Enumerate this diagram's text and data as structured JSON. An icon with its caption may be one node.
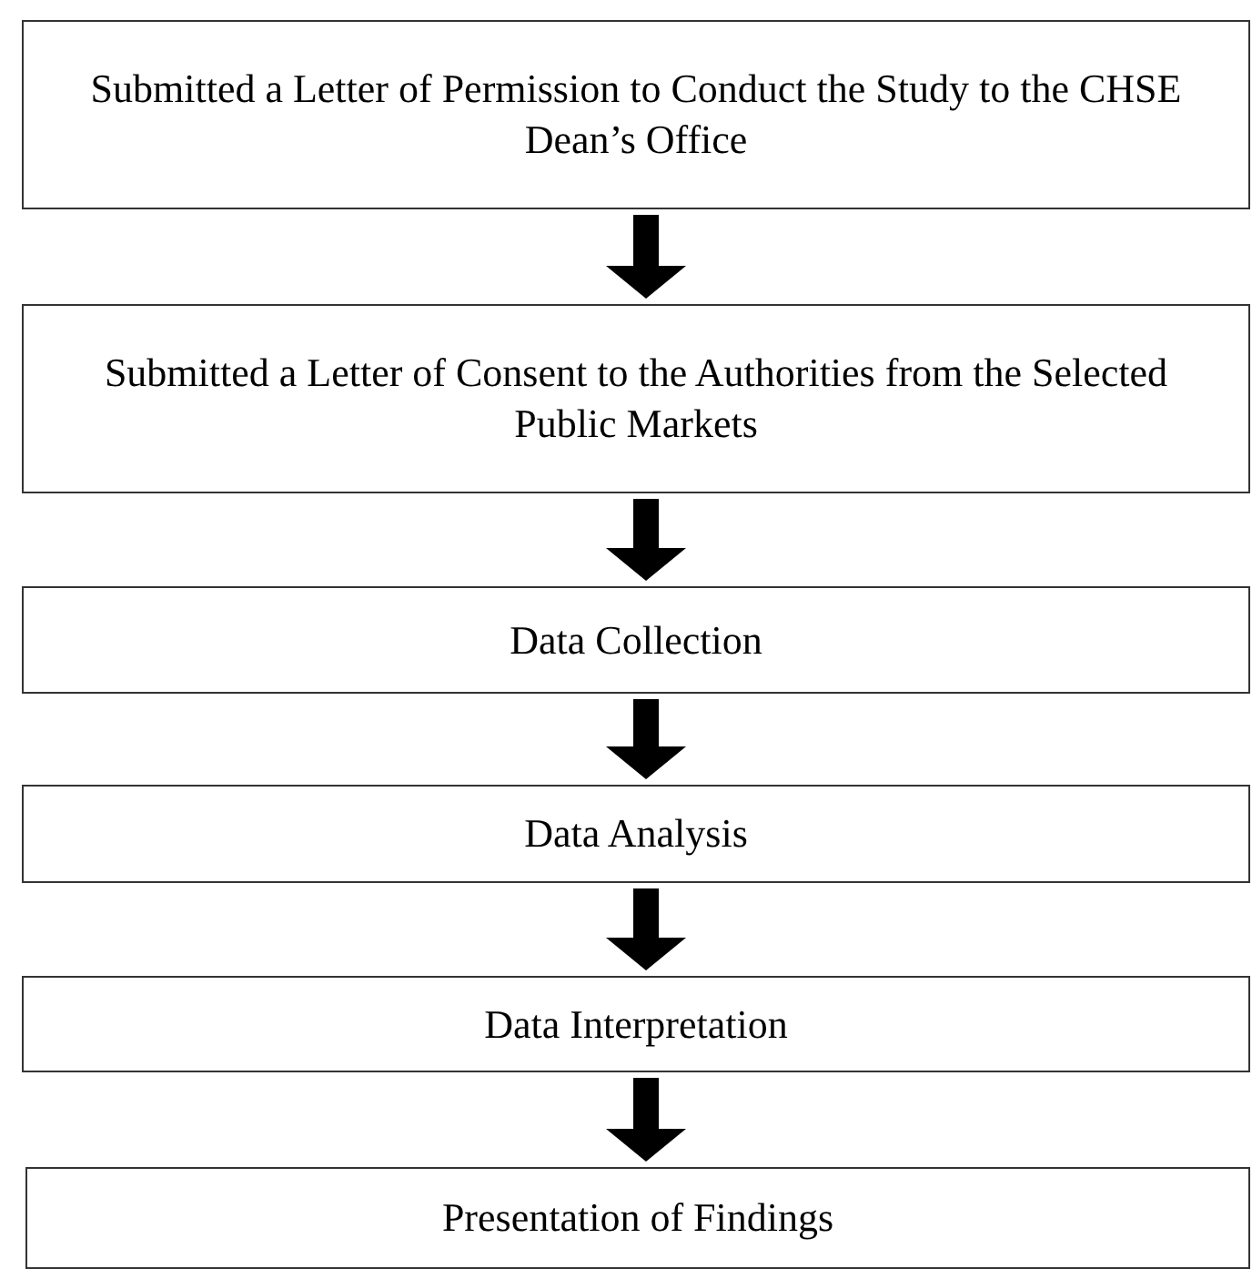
{
  "diagram": {
    "nodes": [
      {
        "text": [
          "Submitted a Letter of Permission to Conduct the Study to the CHSE Dean’s Office"
        ]
      },
      {
        "text": [
          "Submitted a Letter of Consent to the Authorities from the Selected Public Markets"
        ]
      },
      {
        "text": [
          "Data Collection"
        ]
      },
      {
        "text": [
          "Data Analysis"
        ]
      },
      {
        "text": [
          "Data Interpretation"
        ]
      },
      {
        "text": [
          "Presentation of Findings"
        ]
      }
    ],
    "edges": [
      {
        "from": 0,
        "to": 1,
        "arrow": "to"
      },
      {
        "from": 1,
        "to": 2,
        "arrow": "to"
      },
      {
        "from": 2,
        "to": 3,
        "arrow": "to"
      },
      {
        "from": 3,
        "to": 4,
        "arrow": "to"
      },
      {
        "from": 4,
        "to": 5,
        "arrow": "to"
      }
    ]
  }
}
